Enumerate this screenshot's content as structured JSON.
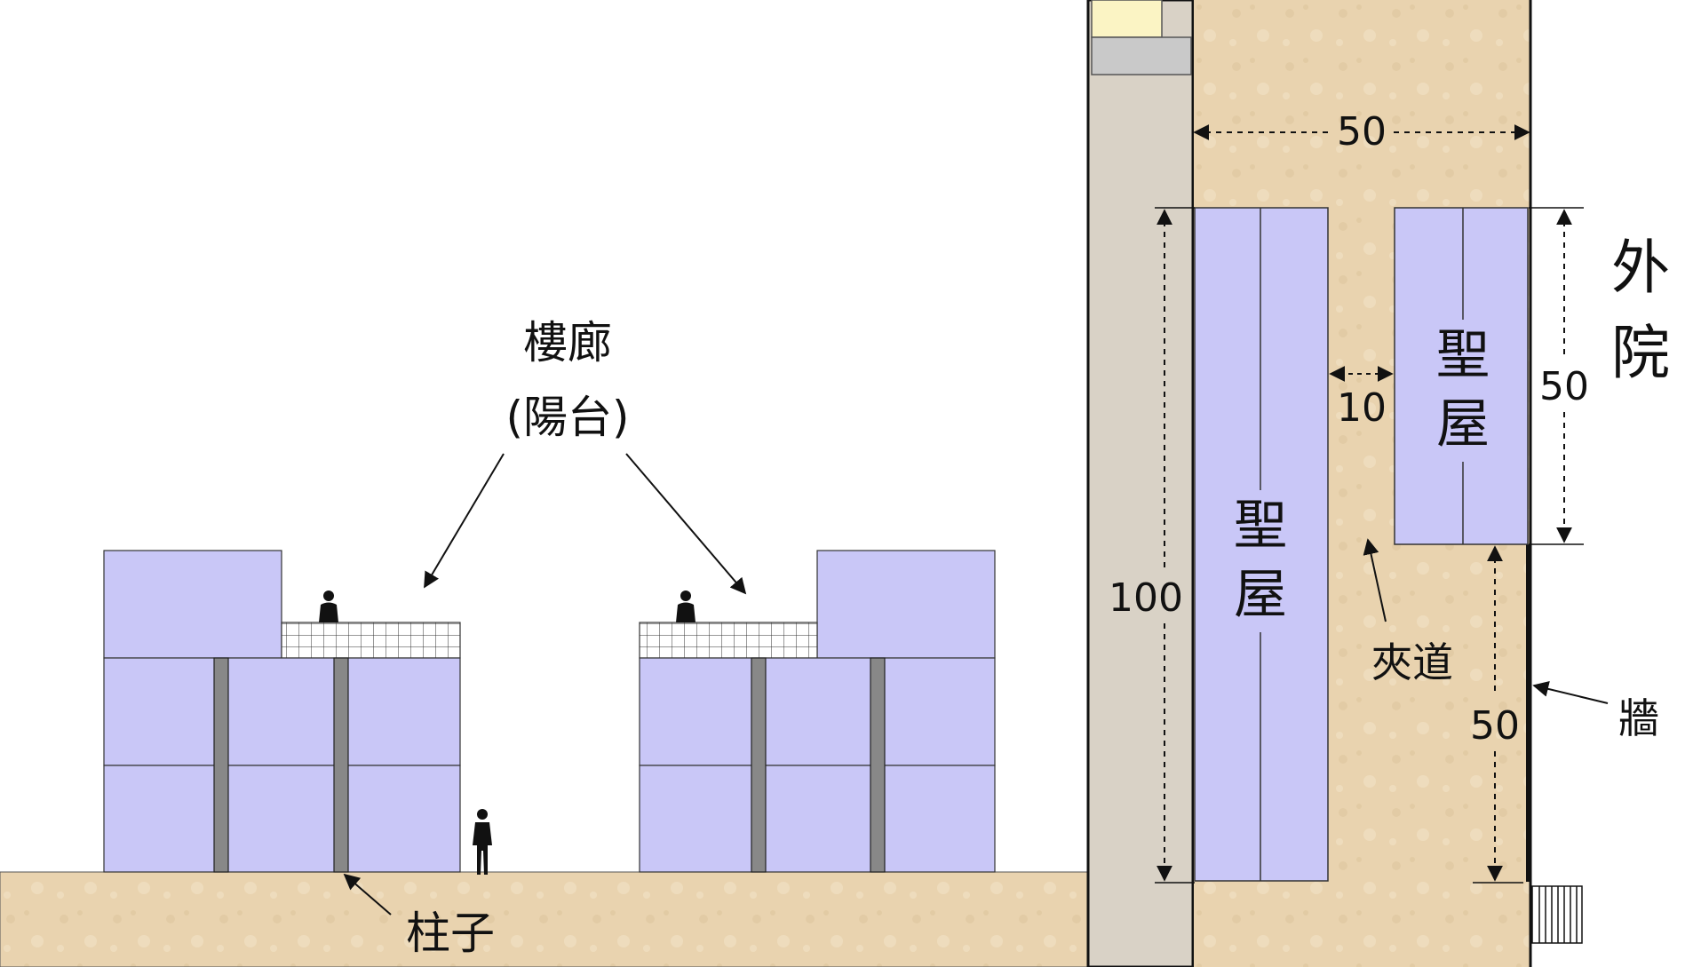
{
  "colors": {
    "ground": "#e9d3af",
    "room": "#c9c7f7",
    "room_stroke": "#333333",
    "outer_strip": "#d9d2c6",
    "wall": "#111111",
    "line": "#111111"
  },
  "elevation": {
    "gallery_label_line1": "樓廊",
    "gallery_label_line2": "(陽台)",
    "pillar_label": "柱子"
  },
  "plan": {
    "top_width": "50",
    "gap": "10",
    "left_length": "100",
    "right_length": "50",
    "lower_length": "50",
    "holy_room_left": [
      "聖",
      "屋"
    ],
    "holy_room_right": [
      "聖",
      "屋"
    ],
    "passage_label": "夾道",
    "wall_label": "牆",
    "outer_court": [
      "外",
      "院"
    ]
  }
}
